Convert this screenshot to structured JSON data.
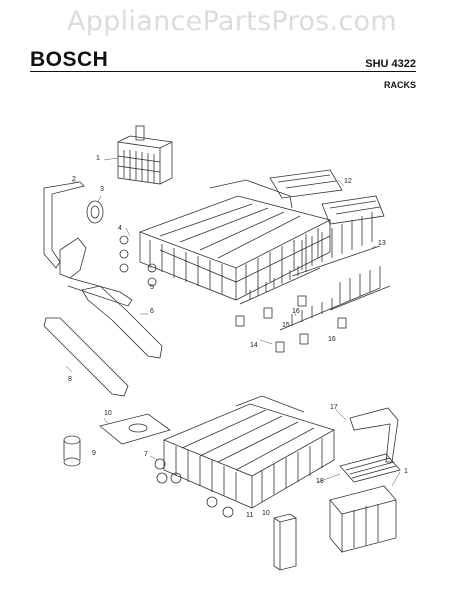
{
  "header": {
    "watermark": "AppliancePartsPros.com",
    "brand": "BOSCH",
    "model": "SHU 4322",
    "section": "RACKS"
  },
  "callouts": {
    "c1_top": "1",
    "c2": "2",
    "c3": "3",
    "c4": "4",
    "c5": "5",
    "c6": "6",
    "c7": "7",
    "c8": "8",
    "c9": "9",
    "c10_left": "10",
    "c10_bottom": "10",
    "c11": "11",
    "c12": "12",
    "c13": "13",
    "c14": "14",
    "c15": "15",
    "c16_a": "16",
    "c16_b": "16",
    "c17": "17",
    "c18": "18",
    "c1_bottom": "1"
  }
}
